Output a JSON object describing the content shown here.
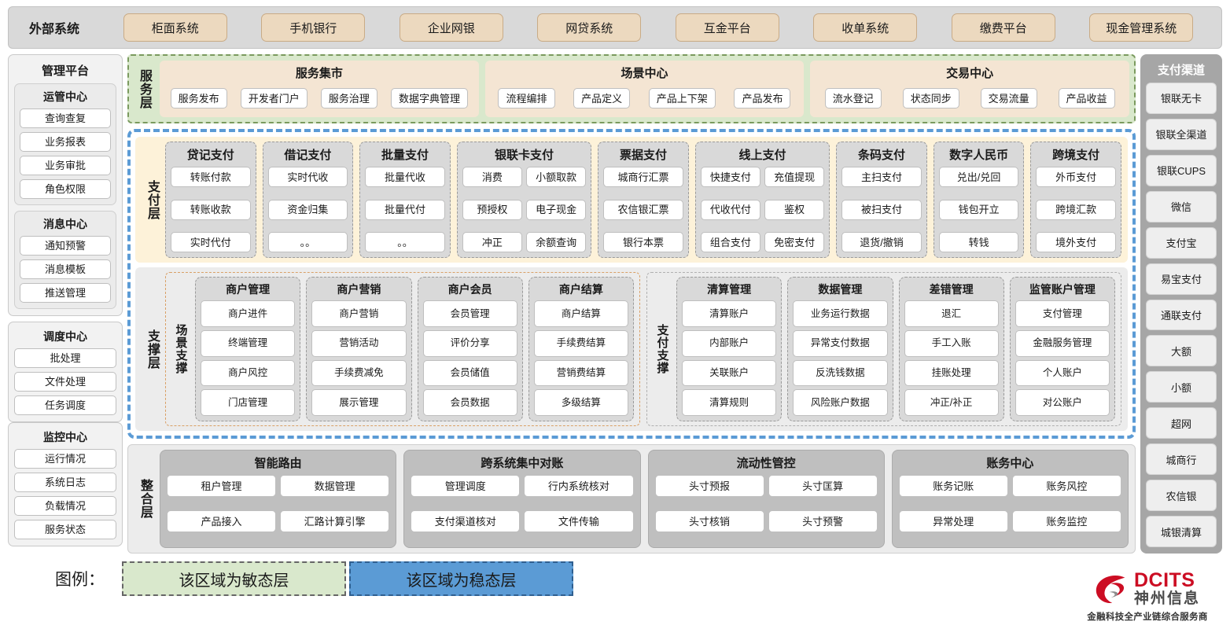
{
  "external": {
    "title": "外部系统",
    "items": [
      "柜面系统",
      "手机银行",
      "企业网银",
      "网贷系统",
      "互金平台",
      "收单系统",
      "缴费平台",
      "现金管理系统"
    ]
  },
  "management": {
    "title": "管理平台",
    "groups": [
      {
        "title": "运管中心",
        "items": [
          "查询查复",
          "业务报表",
          "业务审批",
          "角色权限"
        ]
      },
      {
        "title": "消息中心",
        "items": [
          "通知预警",
          "消息模板",
          "推送管理"
        ]
      }
    ],
    "standalone": [
      {
        "title": "调度中心",
        "items": [
          "批处理",
          "文件处理",
          "任务调度"
        ]
      },
      {
        "title": "监控中心",
        "items": [
          "运行情况",
          "系统日志",
          "负载情况",
          "服务状态"
        ]
      }
    ]
  },
  "service_layer": {
    "label": "服务层",
    "groups": [
      {
        "title": "服务集市",
        "items": [
          "服务发布",
          "开发者门户",
          "服务治理",
          "数据字典管理"
        ]
      },
      {
        "title": "场景中心",
        "items": [
          "流程编排",
          "产品定义",
          "产品上下架",
          "产品发布"
        ]
      },
      {
        "title": "交易中心",
        "items": [
          "流水登记",
          "状态同步",
          "交易流量",
          "产品收益"
        ]
      }
    ]
  },
  "pay_layer": {
    "label": "支付层",
    "groups": [
      {
        "title": "贷记支付",
        "cols": 1,
        "items": [
          "转账付款",
          "转账收款",
          "实时代付"
        ]
      },
      {
        "title": "借记支付",
        "cols": 1,
        "items": [
          "实时代收",
          "资金归集",
          "。。"
        ]
      },
      {
        "title": "批量支付",
        "cols": 1,
        "items": [
          "批量代收",
          "批量代付",
          "。。"
        ]
      },
      {
        "title": "银联卡支付",
        "cols": 2,
        "items": [
          "消费",
          "小额取款",
          "预授权",
          "电子现金",
          "冲正",
          "余额查询"
        ]
      },
      {
        "title": "票据支付",
        "cols": 1,
        "items": [
          "城商行汇票",
          "农信银汇票",
          "银行本票"
        ]
      },
      {
        "title": "线上支付",
        "cols": 2,
        "items": [
          "快捷支付",
          "充值提现",
          "代收代付",
          "鉴权",
          "组合支付",
          "免密支付"
        ]
      },
      {
        "title": "条码支付",
        "cols": 1,
        "items": [
          "主扫支付",
          "被扫支付",
          "退货/撤销"
        ]
      },
      {
        "title": "数字人民币",
        "cols": 1,
        "items": [
          "兑出/兑回",
          "钱包开立",
          "转钱"
        ]
      },
      {
        "title": "跨境支付",
        "cols": 1,
        "items": [
          "外币支付",
          "跨境汇款",
          "境外支付"
        ]
      }
    ]
  },
  "support_layer": {
    "label": "支撑层",
    "areas": [
      {
        "label": "场景支撑",
        "groups": [
          {
            "title": "商户管理",
            "items": [
              "商户进件",
              "终端管理",
              "商户风控",
              "门店管理"
            ]
          },
          {
            "title": "商户营销",
            "items": [
              "商户营销",
              "营销活动",
              "手续费减免",
              "展示管理"
            ]
          },
          {
            "title": "商户会员",
            "items": [
              "会员管理",
              "评价分享",
              "会员储值",
              "会员数据"
            ]
          },
          {
            "title": "商户结算",
            "items": [
              "商户结算",
              "手续费结算",
              "营销费结算",
              "多级结算"
            ]
          }
        ]
      },
      {
        "label": "支付支撑",
        "groups": [
          {
            "title": "清算管理",
            "items": [
              "清算账户",
              "内部账户",
              "关联账户",
              "清算规则"
            ]
          },
          {
            "title": "数据管理",
            "items": [
              "业务运行数据",
              "异常支付数据",
              "反洗钱数据",
              "风险账户数据"
            ]
          },
          {
            "title": "差错管理",
            "items": [
              "退汇",
              "手工入账",
              "挂账处理",
              "冲正/补正"
            ]
          },
          {
            "title": "监管账户管理",
            "items": [
              "支付管理",
              "金融服务管理",
              "个人账户",
              "对公账户"
            ]
          }
        ]
      }
    ]
  },
  "integration_layer": {
    "label": "整合层",
    "groups": [
      {
        "title": "智能路由",
        "items": [
          "租户管理",
          "数据管理",
          "产品接入",
          "汇路计算引擎"
        ]
      },
      {
        "title": "跨系统集中对账",
        "items": [
          "管理调度",
          "行内系统核对",
          "支付渠道核对",
          "文件传输"
        ]
      },
      {
        "title": "流动性管控",
        "items": [
          "头寸预报",
          "头寸匡算",
          "头寸核销",
          "头寸预警"
        ]
      },
      {
        "title": "账务中心",
        "items": [
          "账务记账",
          "账务风控",
          "异常处理",
          "账务监控"
        ]
      }
    ]
  },
  "pay_channels": {
    "title": "支付渠道",
    "items": [
      "银联无卡",
      "银联全渠道",
      "银联CUPS",
      "微信",
      "支付宝",
      "易宝支付",
      "通联支付",
      "大额",
      "小额",
      "超网",
      "城商行",
      "农信银",
      "城银清算"
    ]
  },
  "legend": {
    "label": "图例：",
    "agile": "该区域为敏态层",
    "stable": "该区域为稳态层",
    "agile_color": "#d9e8cc",
    "stable_color": "#5b9bd5"
  },
  "logo": {
    "en": "DCITS",
    "cn": "神州信息",
    "tagline": "金融科技全产业链综合服务商",
    "brand_color": "#cc0d23"
  }
}
